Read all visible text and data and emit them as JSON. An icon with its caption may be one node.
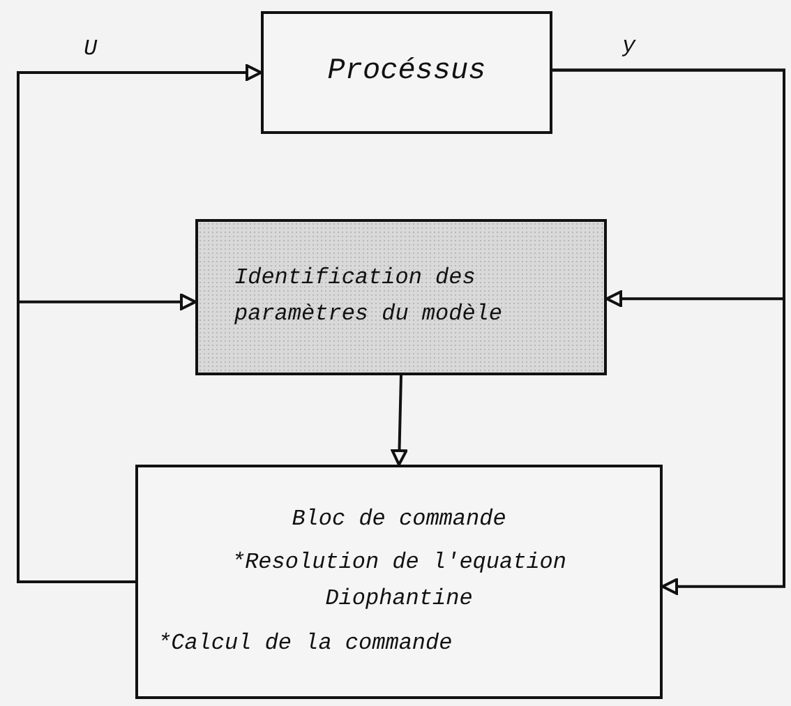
{
  "diagram": {
    "nodes": [
      {
        "text": [
          "Procéssus"
        ]
      },
      {
        "text": [
          "Identification des paramètres du modèle"
        ]
      },
      {
        "text": [
          "Bloc de commande",
          "*Resolution de l'equation Diophantine",
          "*Calcul de la commande"
        ]
      }
    ],
    "edges": [
      {
        "from": 2,
        "to": 0,
        "arrow": "to",
        "label": "U"
      },
      {
        "from": 2,
        "to": 1,
        "arrow": "to"
      },
      {
        "from": 0,
        "to": 1,
        "arrow": "to",
        "label": "y"
      },
      {
        "from": 0,
        "to": 2,
        "arrow": "to"
      },
      {
        "from": 1,
        "to": 2,
        "arrow": "to"
      }
    ]
  }
}
